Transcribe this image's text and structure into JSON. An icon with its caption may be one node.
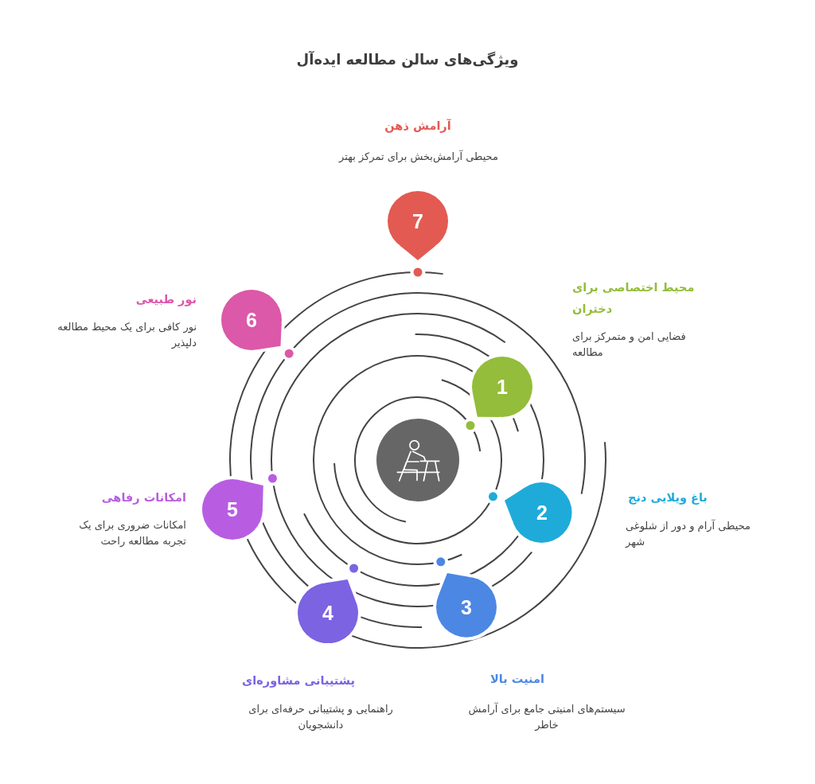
{
  "diagram": {
    "title": "ویژگی‌های سالن مطالعه ایده‌آل",
    "nodes": [
      {
        "text": [
          "1"
        ],
        "beside": [
          "محیط اختصاصی برای دختران",
          "فضایی امن و متمرکز برای مطالعه"
        ]
      },
      {
        "text": [
          "2"
        ],
        "beside": [
          "باغ ویلایی دنج",
          "محیطی آرام و دور از شلوغی شهر"
        ]
      },
      {
        "text": [
          "3"
        ],
        "beside": [
          "امنیت بالا",
          "سیستم‌های امنیتی جامع برای آرامش خاطر"
        ]
      },
      {
        "text": [
          "4"
        ],
        "beside": [
          "پشتیبانی مشاوره‌ای",
          "راهنمایی و پشتیبانی حرفه‌ای برای دانشجویان"
        ]
      },
      {
        "text": [
          "5"
        ],
        "beside": [
          "امکانات رفاهی",
          "امکانات ضروری برای یک تجربه مطالعه راحت"
        ]
      },
      {
        "text": [
          "6"
        ],
        "beside": [
          "نور طبیعی",
          "نور کافی برای یک محیط مطالعه دلپذیر"
        ]
      },
      {
        "text": [
          "7"
        ],
        "beside": [
          "آرامش ذهن",
          "محیطی آرامش‌بخش برای تمرکز بهتر"
        ]
      },
      {
        "text": [],
        "shape": "circle"
      }
    ]
  }
}
